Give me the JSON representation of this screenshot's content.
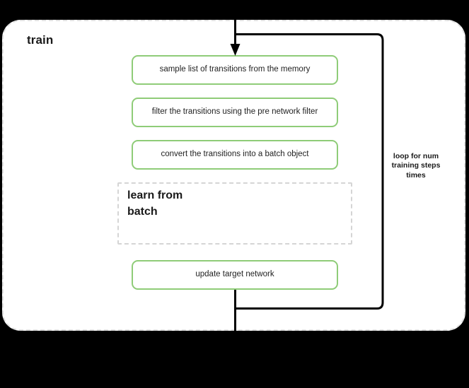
{
  "diagram": {
    "background_color": "#000000",
    "group": {
      "title": "train",
      "border_style": "dashed",
      "border_color": "#e0e0e0",
      "fill_color": "#ffffff"
    },
    "process_boxes": [
      {
        "id": "sample",
        "label": "sample list of transitions from the memory"
      },
      {
        "id": "filter",
        "label": "filter the transitions using the pre network filter"
      },
      {
        "id": "convert",
        "label": "convert the transitions into a batch object"
      },
      {
        "id": "update",
        "label": "update target network"
      }
    ],
    "box_style": {
      "border_color": "#8fcc78",
      "fill_color": "#ffffff",
      "text_color": "#1f1f1f"
    },
    "subgroup": {
      "title": "learn from batch",
      "title_line_1": "learn from",
      "title_line_2": "batch",
      "border_style": "dashed",
      "border_color": "#d5d5d5"
    },
    "loop_annotation": {
      "text": "loop for num training steps times",
      "line_1": "loop for num",
      "line_2": "training steps",
      "line_3": "times"
    },
    "connector_color": "#000000"
  }
}
